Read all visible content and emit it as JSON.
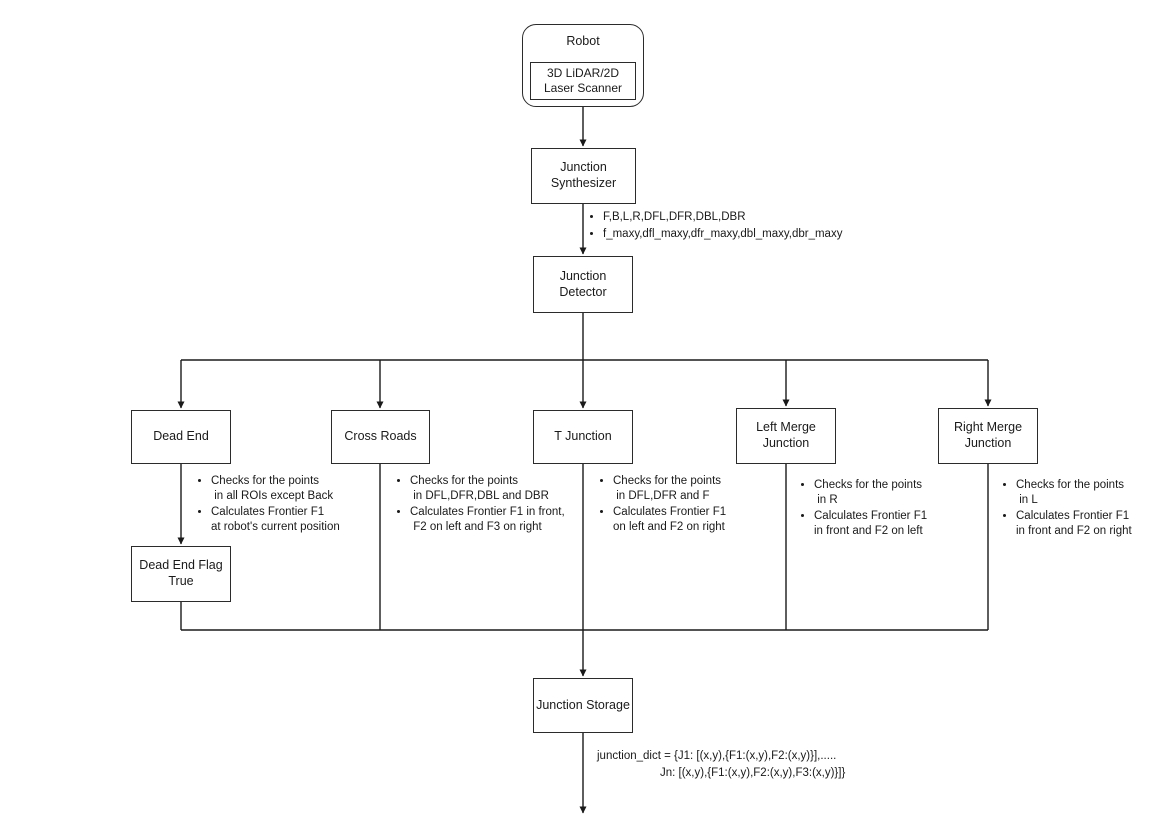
{
  "diagram": {
    "robot": {
      "title": "Robot",
      "sensor_label": "3D LiDAR/2D\nLaser Scanner"
    },
    "junction_synthesizer": {
      "label": "Junction\nSynthesizer",
      "outputs": [
        "F,B,L,R,DFL,DFR,DBL,DBR",
        "f_maxy,dfl_maxy,dfr_maxy,dbl_maxy,dbr_maxy"
      ]
    },
    "junction_detector": {
      "label": "Junction\nDetector"
    },
    "branches": [
      {
        "label": "Dead End",
        "bullets": [
          "Checks for the points\n in all ROIs except Back",
          "Calculates Frontier F1\nat robot's current position"
        ]
      },
      {
        "label": "Cross Roads",
        "bullets": [
          "Checks for the points\n in DFL,DFR,DBL and DBR",
          "Calculates Frontier F1 in front,\n F2 on left and F3 on right"
        ]
      },
      {
        "label": "T Junction",
        "bullets": [
          "Checks for the points\n in DFL,DFR and F",
          "Calculates Frontier F1\non left and F2 on right"
        ]
      },
      {
        "label": "Left Merge\nJunction",
        "bullets": [
          "Checks for the points\n in R",
          "Calculates Frontier F1\nin front and F2 on left"
        ]
      },
      {
        "label": "Right Merge\nJunction",
        "bullets": [
          "Checks for the points\n in L",
          "Calculates Frontier F1\nin front and F2 on right"
        ]
      }
    ],
    "dead_end_flag": {
      "label": "Dead End Flag\nTrue"
    },
    "junction_storage": {
      "label": "Junction Storage"
    },
    "junction_dict": {
      "line1": "junction_dict = {J1: [(x,y),{F1:(x,y),F2:(x,y)}],.....",
      "line2": "Jn: [(x,y),{F1:(x,y),F2:(x,y),F3:(x,y)}]}"
    },
    "colors": {
      "line": "#1a1a1a",
      "box_border": "#2b2b2b",
      "background": "#ffffff"
    }
  }
}
